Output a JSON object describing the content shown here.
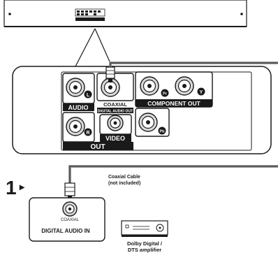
{
  "panel": {
    "audio_label": "AUDIO",
    "out_label": "OUT",
    "coaxial_label": "COAXIAL",
    "digital_audio_out_label": "DIGITAL AUDIO OUT",
    "component_out_label": "COMPONENT OUT",
    "video_label": "VIDEO",
    "jack_letters": {
      "l": "L",
      "r": "R",
      "pr": "Pr",
      "y": "Y",
      "pb": "Pb"
    }
  },
  "step": {
    "number": "1",
    "arrow": "▸"
  },
  "cable": {
    "line1": "Coaxial Cable",
    "line2": "(not included)"
  },
  "receiver_panel": {
    "coaxial_label": "COAXIAL",
    "digital_audio_in_label": "DIGITAL AUDIO IN"
  },
  "amplifier": {
    "line1": "Dolby Digital /",
    "line2": "DTS amplifier"
  },
  "colors": {
    "ink": "#1a1a1a",
    "cable_gray": "#9a9a9a",
    "jack_gray": "#c8c8c8",
    "paper": "#ffffff"
  }
}
